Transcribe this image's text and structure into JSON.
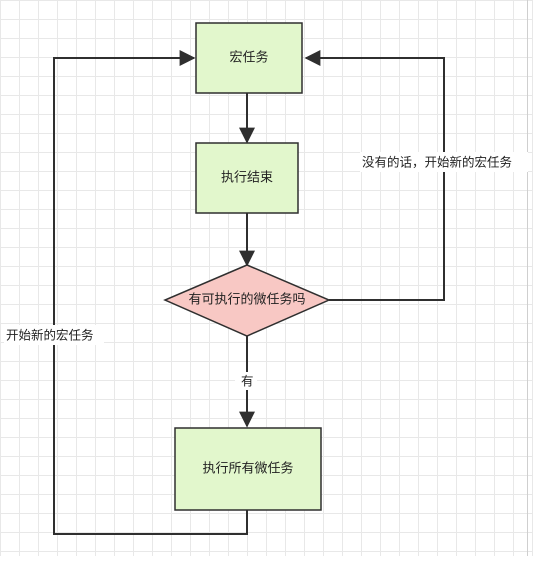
{
  "nodes": {
    "macrotask": "宏任务",
    "exec_end": "执行结束",
    "has_microtask": "有可执行的微任务吗",
    "exec_all_micro": "执行所有微任务"
  },
  "edges": {
    "yes_label": "有",
    "no_label": "没有的话，开始新的宏任务",
    "restart_label": "开始新的宏任务"
  },
  "colors": {
    "process_fill": "#e2f7cc",
    "decision_fill": "#f8c8c4",
    "stroke": "#2f2f2f",
    "grid": "#e8e8e8"
  }
}
